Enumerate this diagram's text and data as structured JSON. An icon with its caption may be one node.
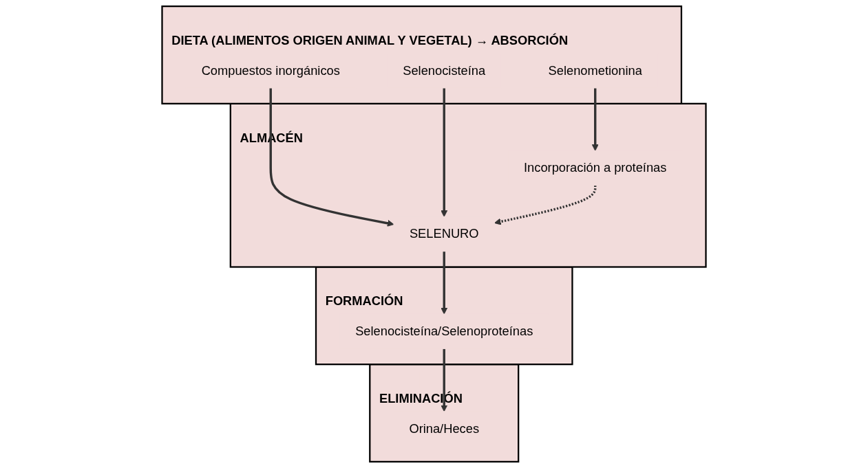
{
  "diagram": {
    "nodes": [
      {
        "text": [
          "DIETA (ALIMENTOS ORIGEN ANIMAL Y VEGETAL) → ABSORCIÓN"
        ]
      },
      {
        "text": [
          "Compuestos inorgánicos"
        ],
        "in": 0
      },
      {
        "text": [
          "Selenocisteína"
        ],
        "in": 0
      },
      {
        "text": [
          "Selenometionina"
        ],
        "in": 0
      },
      {
        "text": [
          "ALMACÉN"
        ]
      },
      {
        "text": [
          "SELENURO"
        ],
        "in": 4
      },
      {
        "text": [
          "Incorporación a proteínas"
        ],
        "in": 4
      },
      {
        "text": [
          "FORMACIÓN"
        ]
      },
      {
        "text": [
          "Selenocisteína/Selenoproteínas"
        ],
        "in": 7
      },
      {
        "text": [
          "ELIMINACIÓN"
        ]
      },
      {
        "text": [
          "Orina/Heces"
        ],
        "in": 9
      }
    ],
    "edges": [
      {
        "from": 1,
        "to": 5,
        "arrow": "to"
      },
      {
        "from": 2,
        "to": 5,
        "arrow": "to"
      },
      {
        "from": 3,
        "to": 6,
        "arrow": "to"
      },
      {
        "from": 6,
        "to": 5,
        "arrow": "to",
        "style": "dashed"
      },
      {
        "from": 5,
        "to": 8,
        "arrow": "to"
      },
      {
        "from": 8,
        "to": 10,
        "arrow": "to"
      }
    ]
  }
}
